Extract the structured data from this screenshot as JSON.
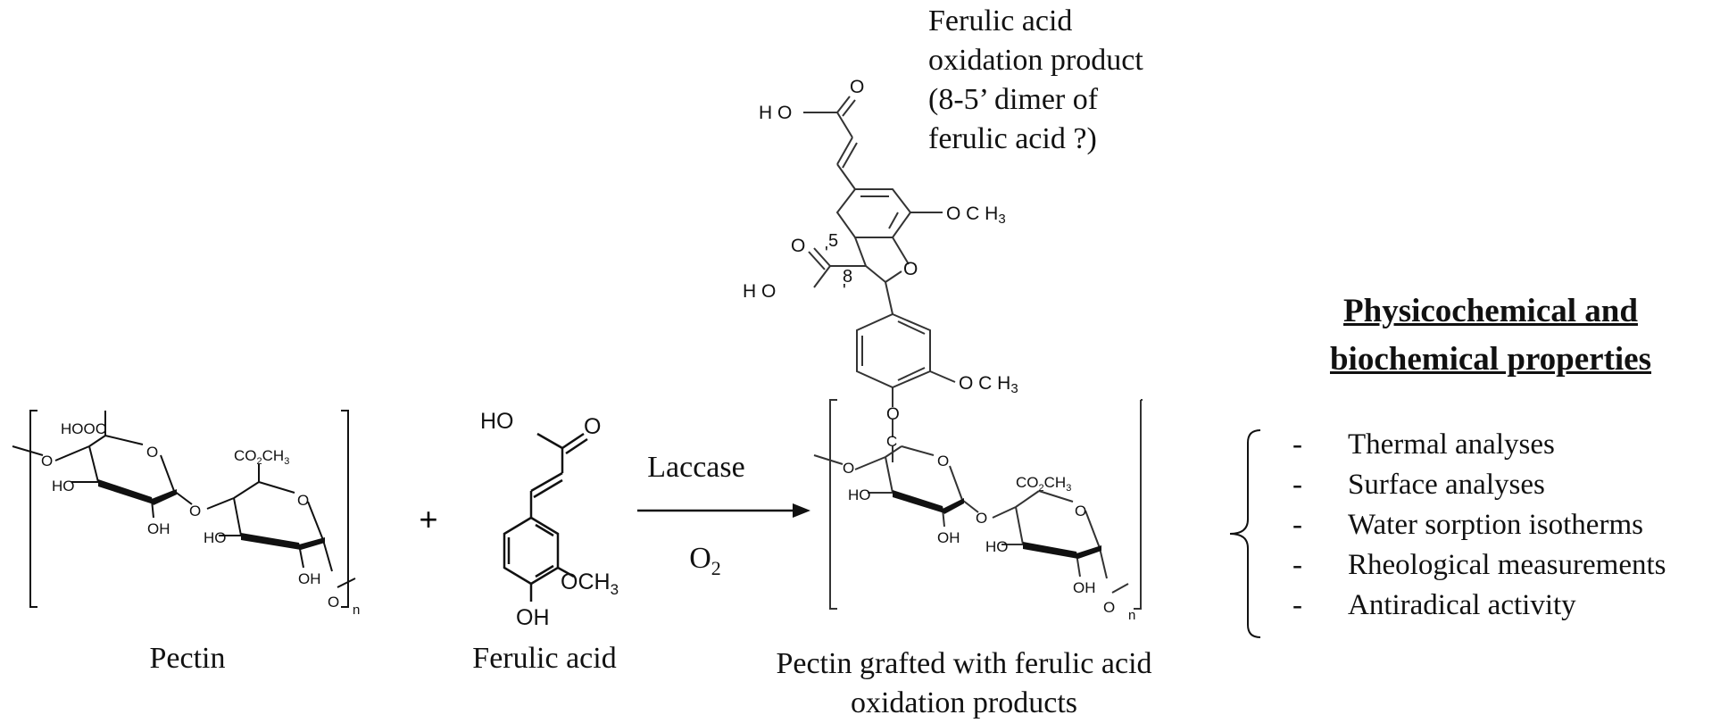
{
  "labels": {
    "pectin": "Pectin",
    "ferulic_acid": "Ferulic acid",
    "laccase": "Laccase",
    "oxygen": "O",
    "oxygen_subscript": "2",
    "plus": "+",
    "product_line1": "Pectin grafted with ferulic acid",
    "product_line2": "oxidation products",
    "dimer_line1": "Ferulic acid",
    "dimer_line2": "oxidation product",
    "dimer_line3": "(8-5’ dimer of",
    "dimer_line4": "ferulic acid ?)"
  },
  "properties": {
    "heading_line1": "Physicochemical and",
    "heading_line2": "biochemical properties",
    "bullet": "-",
    "items": [
      "Thermal analyses",
      "Surface analyses",
      "Water sorption isotherms",
      "Rheological measurements",
      "Antiradical activity"
    ]
  },
  "structure_labels": {
    "hooc": "HOOC",
    "o": "O",
    "ho": "HO",
    "oh": "OH",
    "co2ch3": "CO",
    "co2_sub": "2",
    "ch3": "CH",
    "ch3_sub": "3",
    "n": "n",
    "fa_hoo": "HO",
    "fa_o": "O",
    "fa_och3": "OCH",
    "fa_och3_sub": "3",
    "fa_oh": "OH",
    "dimer_ho1": "H O",
    "dimer_o1": "O",
    "dimer_och3_top": "O C H",
    "dimer_och3_top_sub": "3",
    "dimer_o2": "O",
    "dimer_ho2": "H O",
    "dimer_5": "5",
    "dimer_8": "8",
    "dimer_prime": "'",
    "dimer_ring_o": "O",
    "dimer_och3_bottom": "O C H",
    "dimer_och3_bottom_sub": "3",
    "link_o": "O",
    "link_c": "C"
  }
}
